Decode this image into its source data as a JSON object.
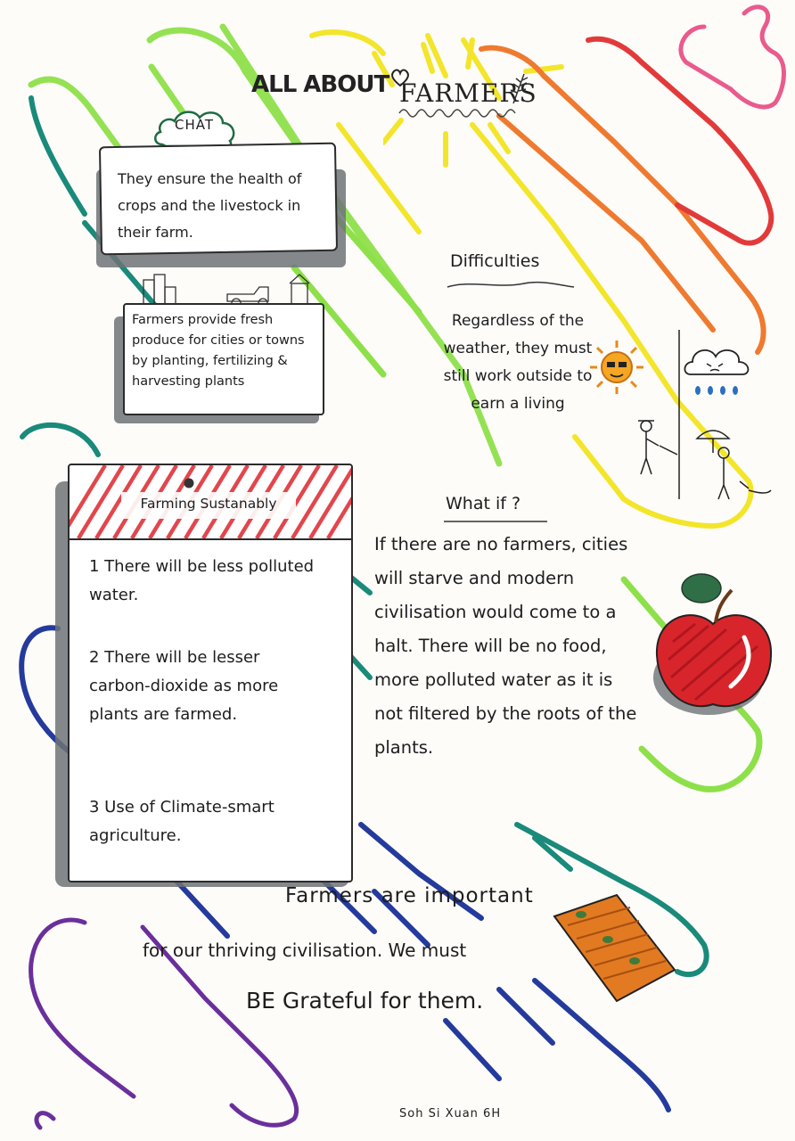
{
  "poster": {
    "title_left": "ALL ABOUT",
    "title_right": "FARMERS",
    "chat_cloud": "CHAT",
    "chat_bubble": "They ensure the health of crops and the livestock in their farm.",
    "produce_note": "Farmers provide fresh produce for cities or towns by planting, fertilizing & harvesting plants",
    "difficulties_heading": "Difficulties",
    "difficulties_text": "Regardless of the weather, they must still work outside to earn a living",
    "sustainable_card": {
      "title": "Farming Sustanably",
      "items": [
        "1  There will be less polluted water.",
        "2  There will be lesser carbon-dioxide as more plants are farmed.",
        "3  Use of Climate-smart agriculture."
      ]
    },
    "what_if_heading": "What if ?",
    "what_if_text": "If there are no farmers, cities will starve and modern civilisation would come to a halt. There will be no food, more polluted water as it is not filtered by the roots of the plants.",
    "closing_line1": "Farmers are important",
    "closing_line2": "for our thriving civilisation. We must",
    "closing_line3": "BE Grateful for them.",
    "signature": "Soh Si Xuan 6H"
  },
  "colors": {
    "paper": "#fdfcf9",
    "stripe_red": "#e2464c",
    "shadow_grey": "#6e7377",
    "apple_red": "#d8252c",
    "leaf_green": "#2f6e47",
    "sun_yellow": "#f5a623"
  },
  "icons": [
    "chat-cloud-icon",
    "sun-icon",
    "rain-cloud-icon",
    "apple-icon",
    "farm-soil-icon",
    "city-buildings-icon",
    "wheat-icon"
  ]
}
